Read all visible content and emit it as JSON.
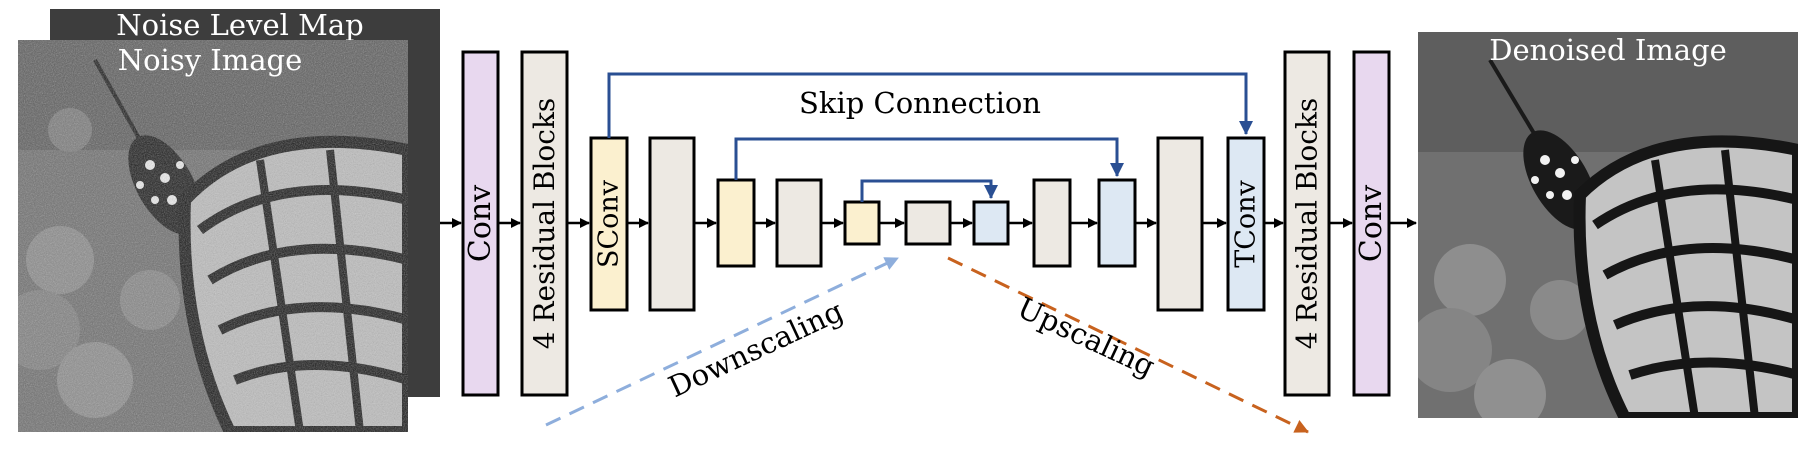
{
  "labels": {
    "noise_level_map": "Noise Level Map",
    "noisy_image": "Noisy Image",
    "denoised_image": "Denoised Image",
    "skip_connection": "Skip Connection",
    "downscaling": "Downscaling",
    "upscaling": "Upscaling",
    "conv_in": "Conv",
    "residual_in": "4 Residual Blocks",
    "sconv": "SConv",
    "tconv": "TConv",
    "residual_out": "4 Residual Blocks",
    "conv_out": "Conv"
  },
  "colors": {
    "conv": "#e8d8ef",
    "residual": "#ede9e3",
    "encoder": "#fbf0cf",
    "decoder": "#dde8f3",
    "skip_arrow": "#2a4f93",
    "downscaling_arrow": "#8eaedc",
    "upscaling_arrow": "#c8621e",
    "noise_map": "#3d3d3d"
  },
  "icons": {
    "noisy_image": "butterfly-noisy-photo",
    "denoised_image": "butterfly-denoised-photo"
  }
}
